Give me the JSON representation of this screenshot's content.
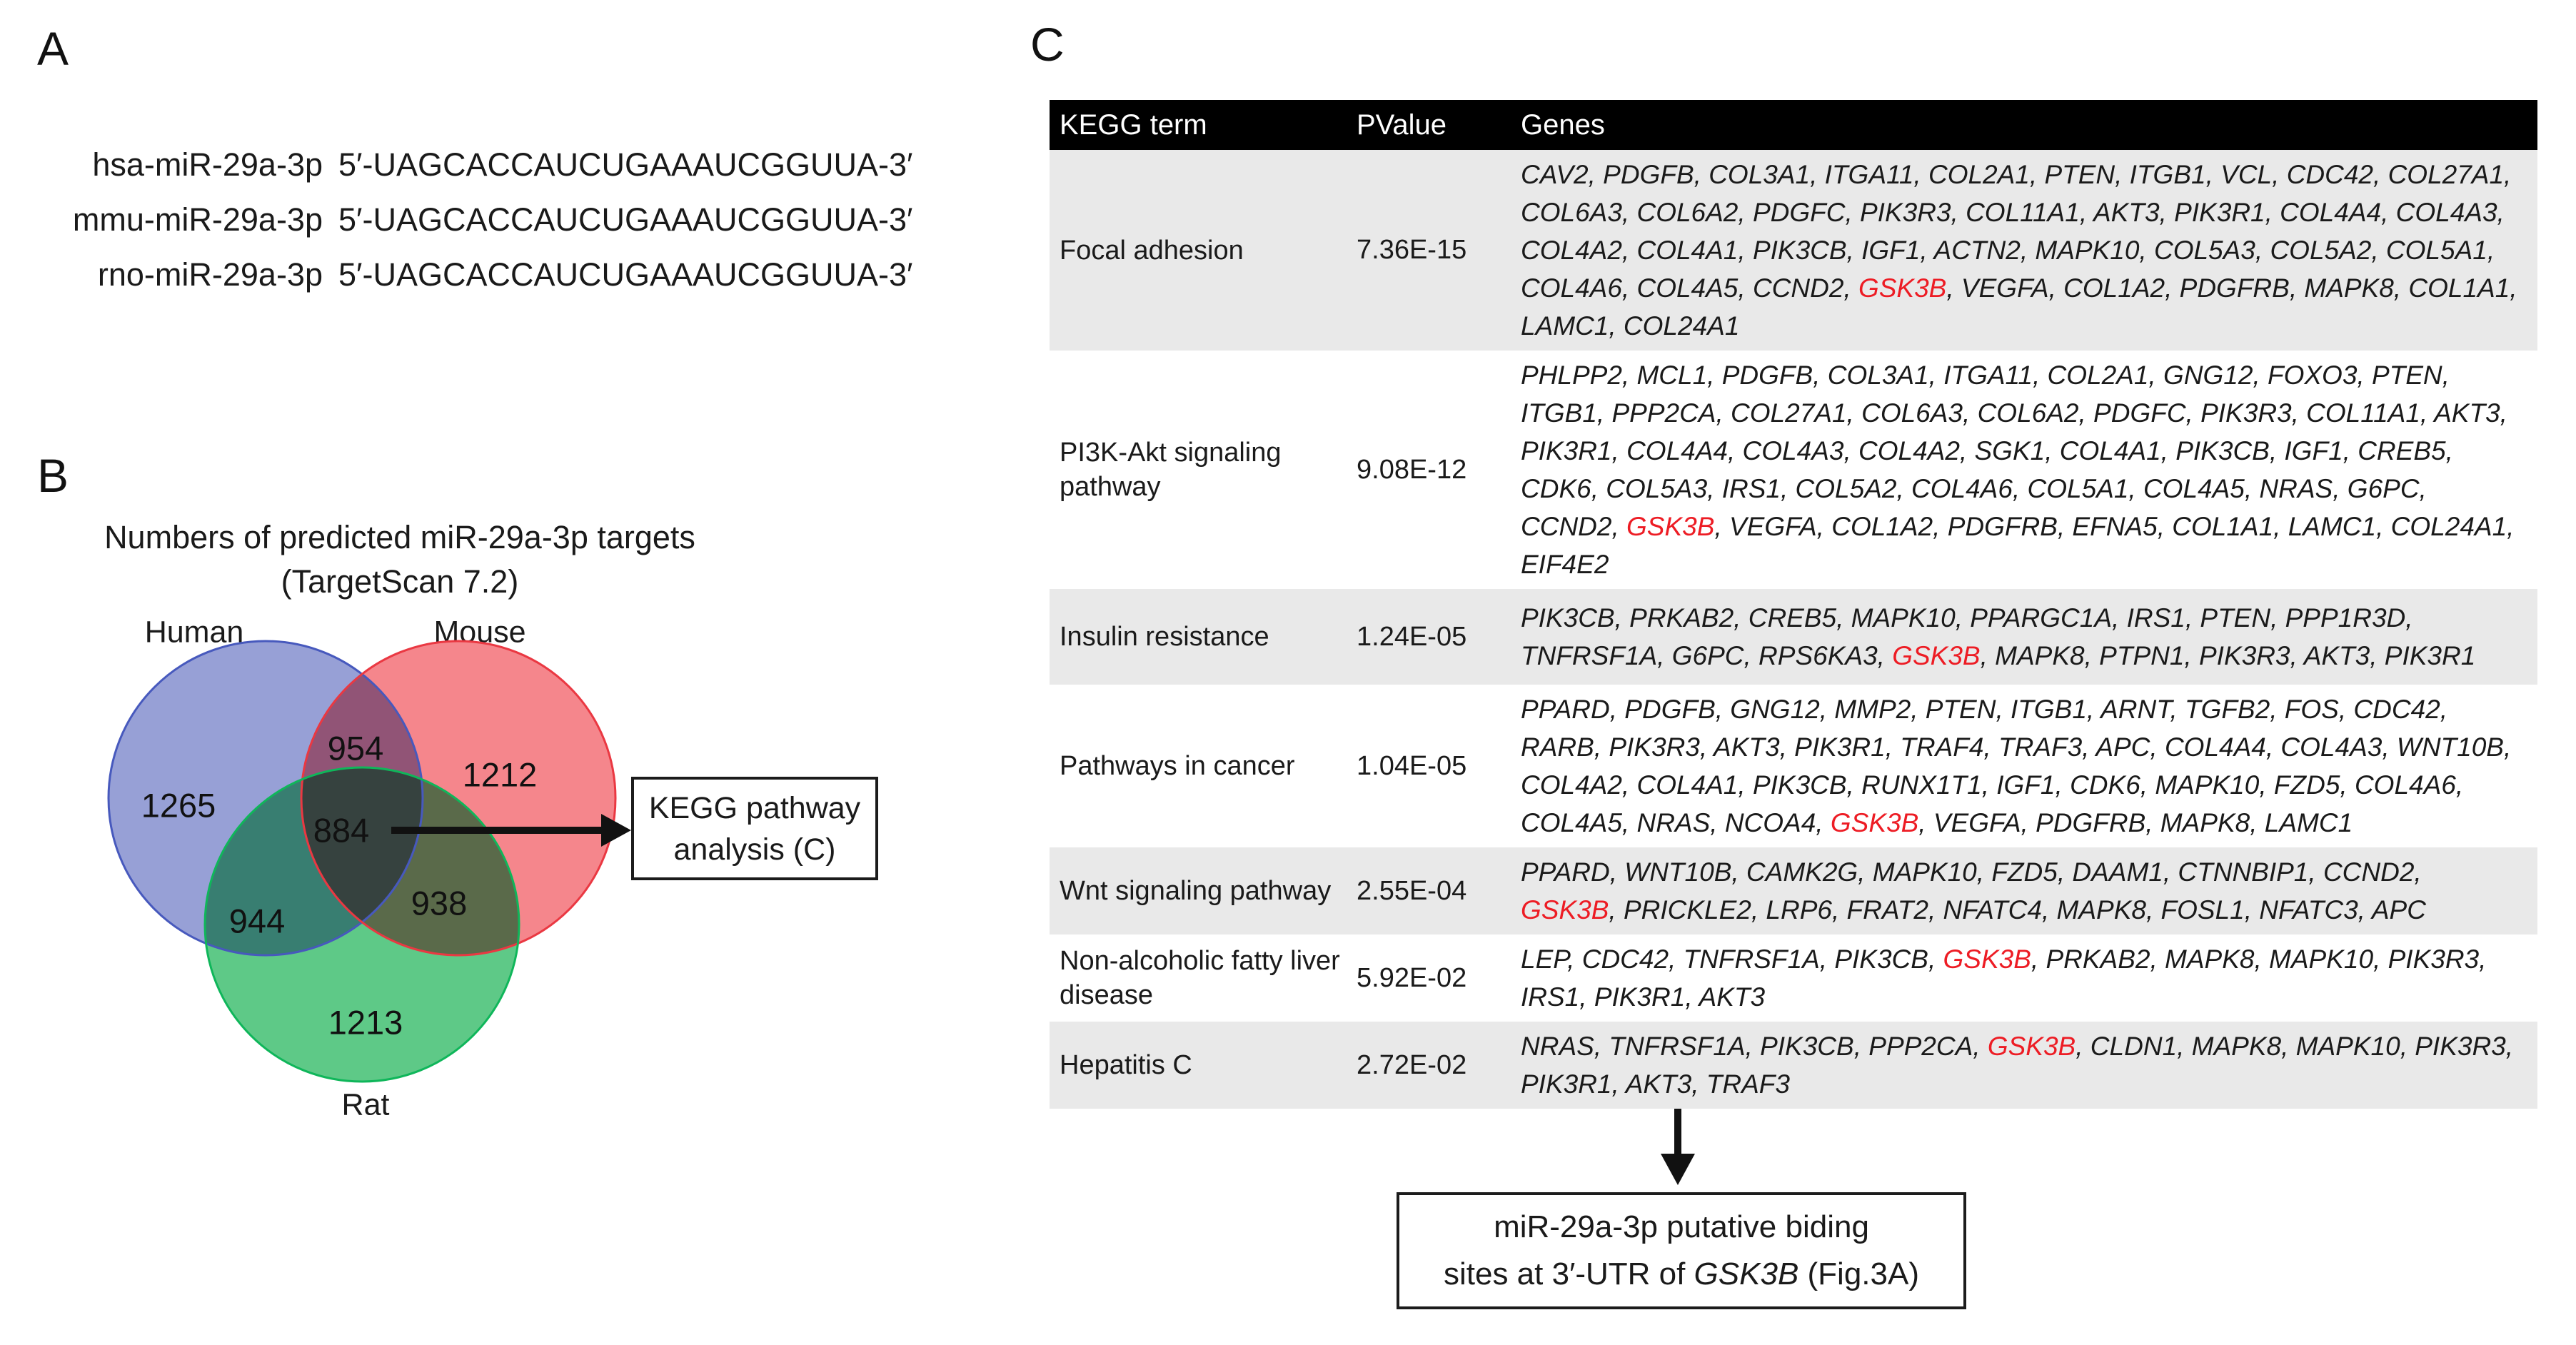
{
  "figure": {
    "panel_a": {
      "label": "A",
      "rows": [
        {
          "name": "hsa-miR-29a-3p",
          "sequence": "5′-UAGCACCAUCUGAAAUCGGUUA-3′"
        },
        {
          "name": "mmu-miR-29a-3p",
          "sequence": "5′-UAGCACCAUCUGAAAUCGGUUA-3′"
        },
        {
          "name": "rno-miR-29a-3p",
          "sequence": "5′-UAGCACCAUCUGAAAUCGGUUA-3′"
        }
      ]
    },
    "panel_b": {
      "label": "B",
      "title_line1": "Numbers of predicted miR-29a-3p targets",
      "title_line2": "(TargetScan 7.2)",
      "set_labels": {
        "human": "Human",
        "mouse": "Mouse",
        "rat": "Rat"
      },
      "venn": {
        "human_only": "1265",
        "human_mouse": "954",
        "mouse_only": "1212",
        "all_three": "884",
        "human_rat": "944",
        "mouse_rat": "938",
        "rat_only": "1213"
      },
      "colors": {
        "human_fill": "#97a0d6",
        "human_stroke": "#4759bd",
        "mouse_fill": "#f5868c",
        "mouse_stroke": "#ea3842",
        "rat_fill": "#5ec987",
        "rat_stroke": "#0fb65a"
      },
      "callout_box": {
        "line1": "KEGG pathway",
        "line2": "analysis (C)"
      }
    },
    "panel_c": {
      "label": "C",
      "table": {
        "headers": [
          "KEGG term",
          "PValue",
          "Genes"
        ],
        "highlight_gene": "GSK3B",
        "highlight_color": "#ed1c24",
        "zebra_color": "#e9e9e9",
        "rows": [
          {
            "term": "Focal adhesion",
            "pvalue": "7.36E-15",
            "genes": "CAV2, PDGFB, COL3A1, ITGA11, COL2A1, PTEN, ITGB1, VCL, CDC42, COL27A1, COL6A3, COL6A2, PDGFC, PIK3R3, COL11A1, AKT3, PIK3R1, COL4A4, COL4A3, COL4A2, COL4A1, PIK3CB, IGF1, ACTN2, MAPK10, COL5A3, COL5A2, COL5A1, COL4A6, COL4A5, CCND2, GSK3B, VEGFA, COL1A2, PDGFRB, MAPK8, COL1A1, LAMC1, COL24A1"
          },
          {
            "term": "PI3K-Akt signaling pathway",
            "pvalue": "9.08E-12",
            "genes": "PHLPP2, MCL1, PDGFB, COL3A1, ITGA11, COL2A1, GNG12, FOXO3, PTEN, ITGB1, PPP2CA, COL27A1, COL6A3, COL6A2, PDGFC, PIK3R3, COL11A1, AKT3, PIK3R1, COL4A4, COL4A3, COL4A2, SGK1, COL4A1, PIK3CB, IGF1, CREB5, CDK6, COL5A3, IRS1, COL5A2, COL4A6, COL5A1, COL4A5, NRAS, G6PC, CCND2, GSK3B, VEGFA, COL1A2, PDGFRB, EFNA5, COL1A1, LAMC1, COL24A1, EIF4E2"
          },
          {
            "term": "Insulin resistance",
            "pvalue": "1.24E-05",
            "genes": "PIK3CB, PRKAB2, CREB5, MAPK10, PPARGC1A, IRS1, PTEN, PPP1R3D, TNFRSF1A, G6PC, RPS6KA3, GSK3B, MAPK8, PTPN1, PIK3R3, AKT3, PIK3R1"
          },
          {
            "term": "Pathways in cancer",
            "pvalue": "1.04E-05",
            "genes": "PPARD, PDGFB, GNG12, MMP2, PTEN, ITGB1, ARNT, TGFB2, FOS, CDC42, RARB, PIK3R3, AKT3, PIK3R1, TRAF4, TRAF3, APC, COL4A4, COL4A3, WNT10B, COL4A2, COL4A1, PIK3CB, RUNX1T1, IGF1, CDK6, MAPK10, FZD5, COL4A6, COL4A5, NRAS, NCOA4, GSK3B, VEGFA, PDGFRB, MAPK8, LAMC1"
          },
          {
            "term": "Wnt signaling pathway",
            "pvalue": "2.55E-04",
            "genes": "PPARD, WNT10B, CAMK2G, MAPK10, FZD5, DAAM1, CTNNBIP1, CCND2, GSK3B, PRICKLE2, LRP6, FRAT2, NFATC4, MAPK8, FOSL1, NFATC3, APC"
          },
          {
            "term": "Non-alcoholic fatty liver disease",
            "pvalue": "5.92E-02",
            "genes": "LEP, CDC42, TNFRSF1A, PIK3CB, GSK3B, PRKAB2, MAPK8, MAPK10, PIK3R3, IRS1, PIK3R1, AKT3"
          },
          {
            "term": "Hepatitis C",
            "pvalue": "2.72E-02",
            "genes": "NRAS, TNFRSF1A, PIK3CB, PPP2CA, GSK3B, CLDN1, MAPK8, MAPK10, PIK3R3, PIK3R1, AKT3, TRAF3"
          }
        ]
      },
      "bottom_box": {
        "line1": "miR-29a-3p putative biding",
        "line2_pre": "sites at 3′-UTR of ",
        "line2_italic": "GSK3B",
        "line2_post": " (Fig.3A)"
      }
    }
  }
}
